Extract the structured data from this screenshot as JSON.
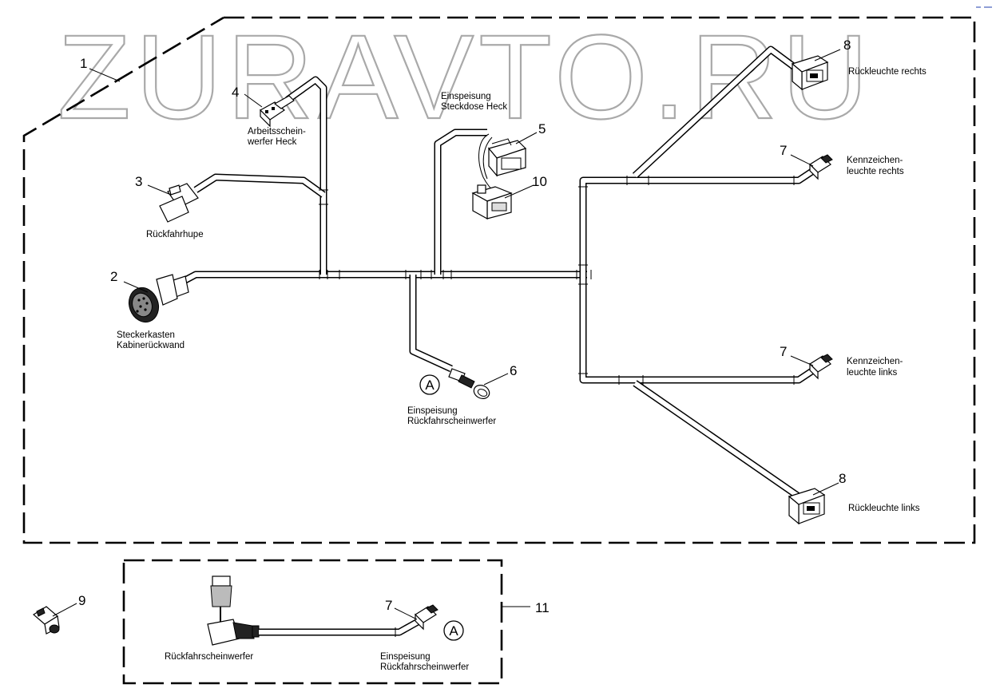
{
  "watermark": "ZURAVTO.RU",
  "labels": {
    "arbeitsscheinwerfer": [
      "Arbeitsschein-",
      "werfer Heck"
    ],
    "rueckfahrhupe": "Rückfahrhupe",
    "steckerkasten": [
      "Steckerkasten",
      "Kabinerückwand"
    ],
    "steckdose": [
      "Einspeisung",
      "Steckdose Heck"
    ],
    "rueckleuchte_rechts": "Rückleuchte rechts",
    "kennzeichen_rechts": [
      "Kennzeichen-",
      "leuchte rechts"
    ],
    "kennzeichen_links": [
      "Kennzeichen-",
      "leuchte links"
    ],
    "rueckleuchte_links": "Rückleuchte links",
    "einspeisung_rfs_a": [
      "Einspeisung",
      "Rückfahrscheinwerfer"
    ],
    "rueckfahrscheinwerfer": "Rückfahrscheinwerfer",
    "einspeisung_rfs_b": [
      "Einspeisung",
      "Rückfahrscheinwerfer"
    ]
  },
  "callouts": {
    "n1": "1",
    "n2": "2",
    "n3": "3",
    "n4": "4",
    "n5": "5",
    "n6": "6",
    "n7a": "7",
    "n7b": "7",
    "n7c": "7",
    "n8a": "8",
    "n8b": "8",
    "n9": "9",
    "n10": "10",
    "n11": "11"
  },
  "markers": {
    "a1": "A",
    "a2": "A"
  }
}
